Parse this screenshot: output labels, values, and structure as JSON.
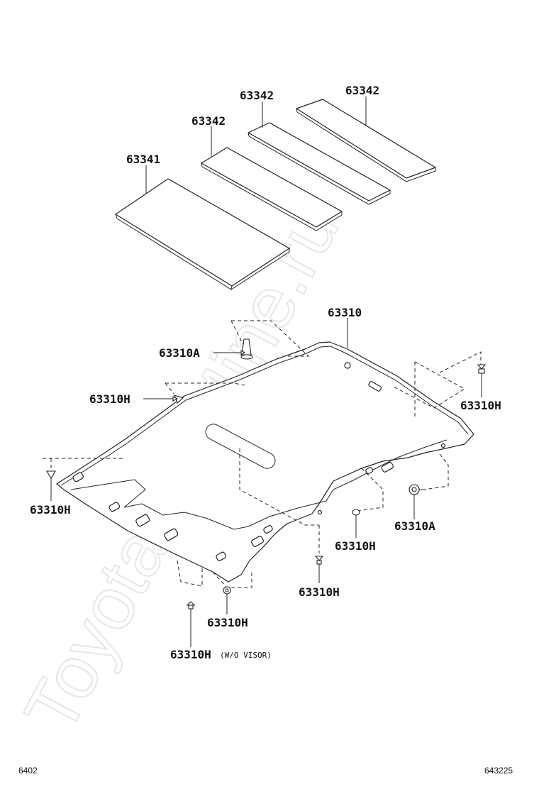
{
  "diagram": {
    "watermark": "ToyotaCarMine.ru",
    "pads": {
      "front_pad": "63341",
      "pad_2": "63342",
      "pad_3": "63342",
      "pad_4": "63342"
    },
    "headliner": {
      "main": "63310",
      "clip_a_left": "63310A",
      "clip_h_left_top": "63310H",
      "clip_h_right_top": "63310H",
      "clip_h_left": "63310H",
      "clip_a_right": "63310A",
      "clip_h_right_mid": "63310H",
      "clip_h_center": "63310H",
      "clip_h_bottom": "63310H",
      "clip_h_visor": "63310H",
      "visor_note": "(W/O VISOR)"
    },
    "footer": {
      "page_code": "6402",
      "illustration_number": "643225"
    }
  }
}
